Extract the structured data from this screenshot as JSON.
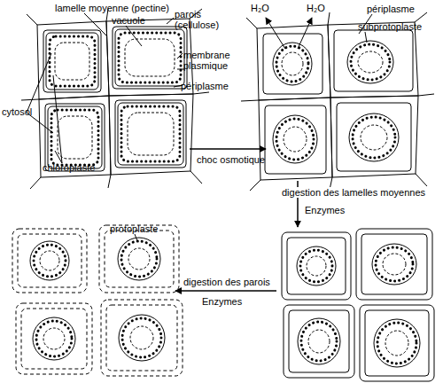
{
  "diagram": {
    "labels": [
      "lamelle moyenne (pectine)",
      "vacuole",
      "parois (cellulose)",
      "membrane plasmique",
      "périplasme",
      "cytosol",
      "chloroplaste",
      "H₂O",
      "H₂O",
      "périplasme",
      "subprotoplaste",
      "choc osmotique",
      "digestion des lamelles moyennes",
      "Enzymes",
      "protoplaste",
      "digestion des parois",
      "Enzymes"
    ]
  }
}
